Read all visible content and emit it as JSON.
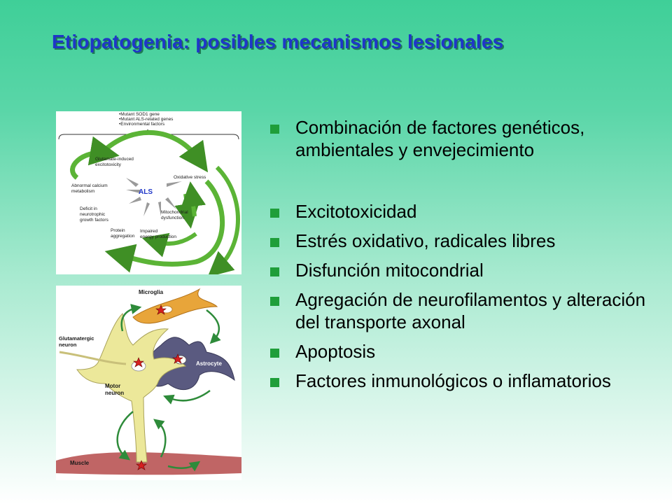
{
  "slide": {
    "title": "Etiopatogenia: posibles mecanismos lesionales"
  },
  "bullets": [
    "Combinación de factores genéticos, ambientales y envejecimiento",
    "Excitotoxicidad",
    "Estrés oxidativo, radicales libres",
    "Disfunción mitocondrial",
    "Agregación de neurofilamentos y alteración del transporte axonal",
    "Apoptosis",
    "Factores inmunológicos o inflamatorios"
  ],
  "colors": {
    "title": "#1f36c8",
    "bullet_marker": "#1f9e3a",
    "arrow_green": "#5bb436",
    "motor_neuron": "#ece89a",
    "microglia": "#e8a53a",
    "astrocyte": "#5a5a80",
    "muscle": "#b54a4a"
  },
  "figure_als": {
    "factors": [
      "•Mutant SOD1 gene",
      "•Mutant ALS-related genes",
      "•Environmental factors"
    ],
    "center": "ALS",
    "labels": {
      "glutamate1": "Glutamate-induced",
      "glutamate2": "excitotoxicity",
      "calcium1": "Abnormal calcium",
      "calcium2": "metabolism",
      "deficit1": "Deficit in",
      "deficit2": "neurotrophic",
      "deficit3": "growth factors",
      "protein1": "Protein",
      "protein2": "aggregation",
      "impaired1": "Impaired",
      "impaired2": "energy production",
      "mito1": "Mitochondrial",
      "mito2": "dysfunction",
      "oxidative": "Oxidative stress"
    }
  },
  "figure_cells": {
    "microglia": "Microglia",
    "glutamatergic1": "Glutamatergic",
    "glutamatergic2": "neuron",
    "astrocyte": "Astrocyte",
    "motor1": "Motor",
    "motor2": "neuron",
    "muscle": "Muscle"
  }
}
